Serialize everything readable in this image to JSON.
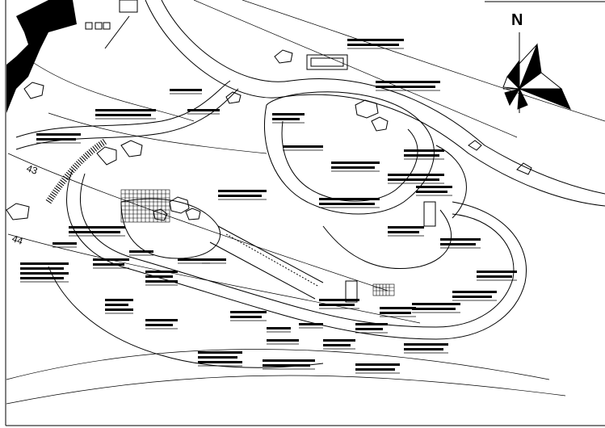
{
  "drawing": {
    "north_label": "N",
    "contour_labels": [
      "43",
      "44"
    ]
  },
  "colors": {
    "ink": "#000000",
    "paper": "#ffffff"
  }
}
